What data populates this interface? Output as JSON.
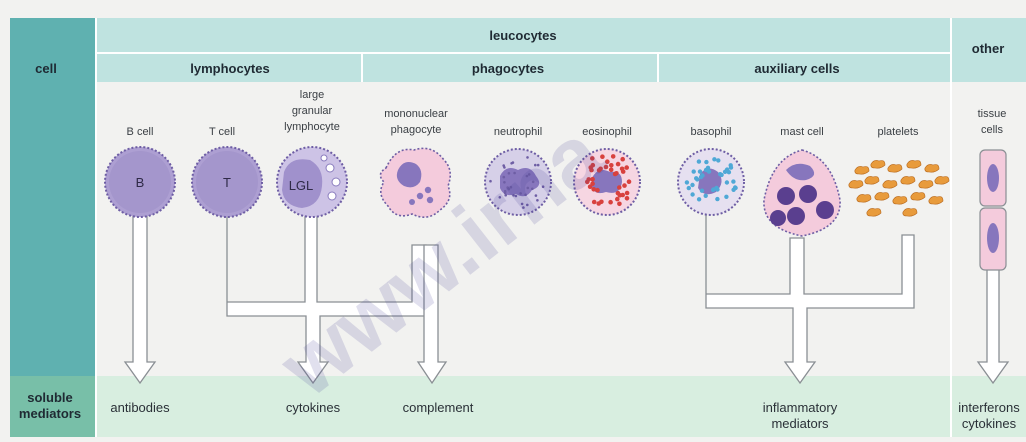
{
  "header": {
    "cell_label": "cell",
    "leucocytes_label": "leucocytes",
    "other_label": "other",
    "groups": {
      "lymphocytes": "lymphocytes",
      "phagocytes": "phagocytes",
      "auxiliary": "auxiliary cells"
    }
  },
  "cells": {
    "b_cell": {
      "name": "B cell",
      "inner_label": "B"
    },
    "t_cell": {
      "name": "T cell",
      "inner_label": "T"
    },
    "lgl": {
      "name_lines": [
        "large",
        "granular",
        "lymphocyte"
      ],
      "inner_label": "LGL"
    },
    "mononuclear": {
      "name_lines": [
        "mononuclear",
        "phagocyte"
      ]
    },
    "neutrophil": {
      "name": "neutrophil"
    },
    "eosinophil": {
      "name": "eosinophil"
    },
    "basophil": {
      "name": "basophil"
    },
    "mast_cell": {
      "name": "mast cell"
    },
    "platelets": {
      "name": "platelets"
    },
    "tissue_cells": {
      "name_lines": [
        "tissue",
        "cells"
      ]
    }
  },
  "mediators": {
    "row_label_lines": [
      "soluble",
      "mediators"
    ],
    "antibodies": "antibodies",
    "cytokines": "cytokines",
    "complement": "complement",
    "inflammatory_lines": [
      "inflammatory",
      "mediators"
    ],
    "interferons_lines": [
      "interferons",
      "cytokines"
    ]
  },
  "watermark": "www.irna",
  "colors": {
    "header_band": "#bfe3e0",
    "label_column": "#5fb1b0",
    "mediator_band": "#d8eee0",
    "cell_fill": "#ad9fd2",
    "cell_outline": "#6e5ea4",
    "nucleus_fill": "#8776bd",
    "cytoplasm_fill": "#f4cbdc",
    "granule_blue": "#4fa8d6",
    "granule_red": "#d8413e",
    "mast_granule": "#5a3f8f",
    "platelet_fill": "#e89b3c"
  }
}
